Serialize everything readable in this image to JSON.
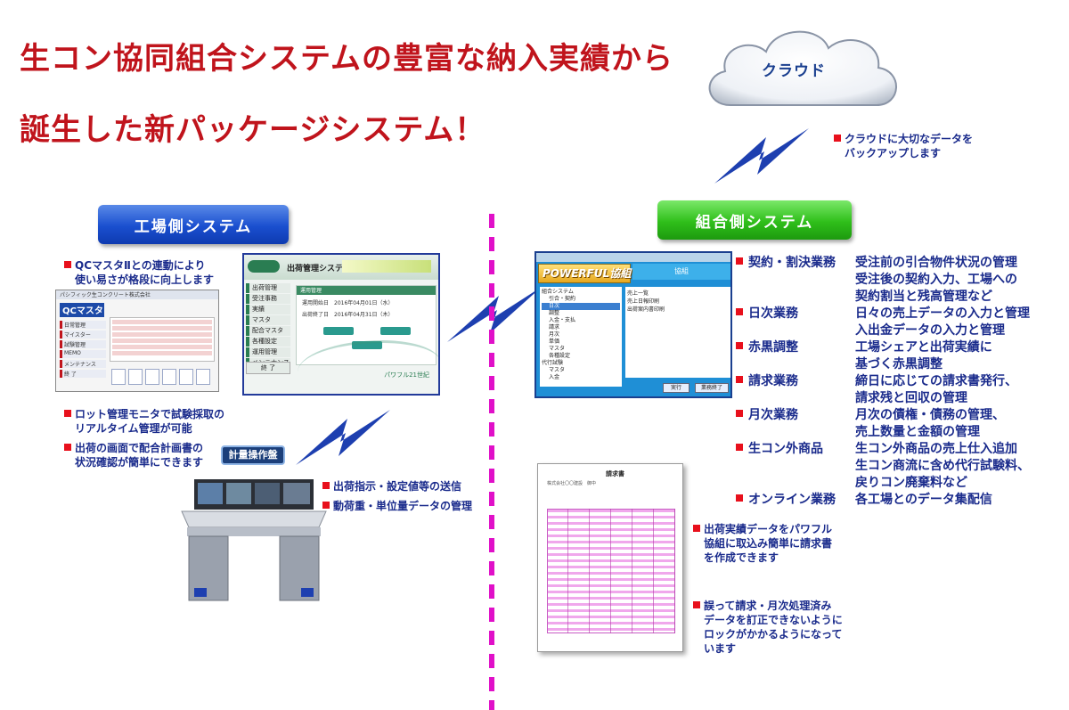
{
  "headline": {
    "line1": "生コン協同組合システムの豊富な納入実績から",
    "line2": "誕生した新パッケージシステム！"
  },
  "cloud": {
    "label": "クラウド",
    "note": [
      "クラウドに大切なデータを",
      "バックアップします"
    ]
  },
  "factory": {
    "button_label": "工場側システム",
    "qc_note": [
      "QCマスタⅡとの連動により",
      "使い易さが格段に向上します"
    ],
    "lot_note": [
      "ロット管理モニタで試験採取の",
      "リアルタイム管理が可能"
    ],
    "mix_note": [
      "出荷の画面で配合計画書の",
      "状況確認が簡単にできます"
    ],
    "qc_screen": {
      "top": "パシフィック生コンクリート株式会社",
      "logo": "QCマスタ",
      "side": [
        "日常管理",
        "マイスター",
        "試験管理",
        "MEMO",
        "メンテナンス",
        "終 了"
      ]
    },
    "ship_screen": {
      "title": "出荷管理システム",
      "menu": [
        "出荷管理",
        "受注事務",
        "実績",
        "マスタ",
        "配合マスタ",
        "各種設定",
        "運用管理",
        "メンテナンス"
      ],
      "panel_title": "運用管理",
      "line1": "運用開始日　2016年04月01日（水）",
      "line2": "出荷終了日　2016年04月31日（木）",
      "end_button": "終 了",
      "brand": "パワフル21世紀"
    },
    "desk_tag": "計量操作盤",
    "desk_notes": [
      "出荷指示・設定値等の送信",
      "動荷重・単位量データの管理"
    ]
  },
  "union": {
    "button_label": "組合側システム",
    "pw_screen": {
      "logo": "POWERFUL協組",
      "header": "協組",
      "tree": [
        "組合システム",
        "引合・契約",
        "日次",
        "調整",
        "入金・支払",
        "請求",
        "月次",
        "単価",
        "マスタ",
        "各種設定",
        "代行試験",
        "マスタ",
        "入金"
      ],
      "list": [
        "売上一覧",
        "売上日報印刷",
        "出荷案内書印刷"
      ],
      "btn_run": "実行",
      "btn_close": "業務終了"
    },
    "invoice": {
      "title": "請求書",
      "header": "株式会社〇〇建設　御中"
    },
    "invoice_note": [
      "出荷実績データをパワフル",
      "協組に取込み簡単に請求書",
      "を作成できます"
    ],
    "lock_note": [
      "誤って請求・月次処理済み",
      "データを訂正できないように",
      "ロックがかかるようになって",
      "います"
    ],
    "business": [
      {
        "label": "契約・割決業務",
        "desc": [
          "受注前の引合物件状況の管理",
          "受注後の契約入力、工場への",
          "契約割当と残高管理など"
        ]
      },
      {
        "label": "日次業務",
        "desc": [
          "日々の売上データの入力と管理",
          "入出金データの入力と管理"
        ]
      },
      {
        "label": "赤黒調整",
        "desc": [
          "工場シェアと出荷実績に",
          "基づく赤黒調整"
        ]
      },
      {
        "label": "請求業務",
        "desc": [
          "締日に応じての請求書発行、",
          "請求残と回収の管理"
        ]
      },
      {
        "label": "月次業務",
        "desc": [
          "月次の債権・債務の管理、",
          "売上数量と金額の管理"
        ]
      },
      {
        "label": "生コン外商品",
        "desc": [
          "生コン外商品の売上仕入追加",
          "生コン商流に含め代行試験料、",
          "戻りコン廃棄料など"
        ]
      },
      {
        "label": "オンライン業務",
        "desc": [
          "各工場とのデータ集配信"
        ]
      }
    ]
  },
  "colors": {
    "headline": "#c0141c",
    "text": "#1a2b8c",
    "bullet": "#e8101c",
    "divider": "#e010c8",
    "factory_button": "#1a4fcf",
    "union_button": "#2fbf1a"
  }
}
